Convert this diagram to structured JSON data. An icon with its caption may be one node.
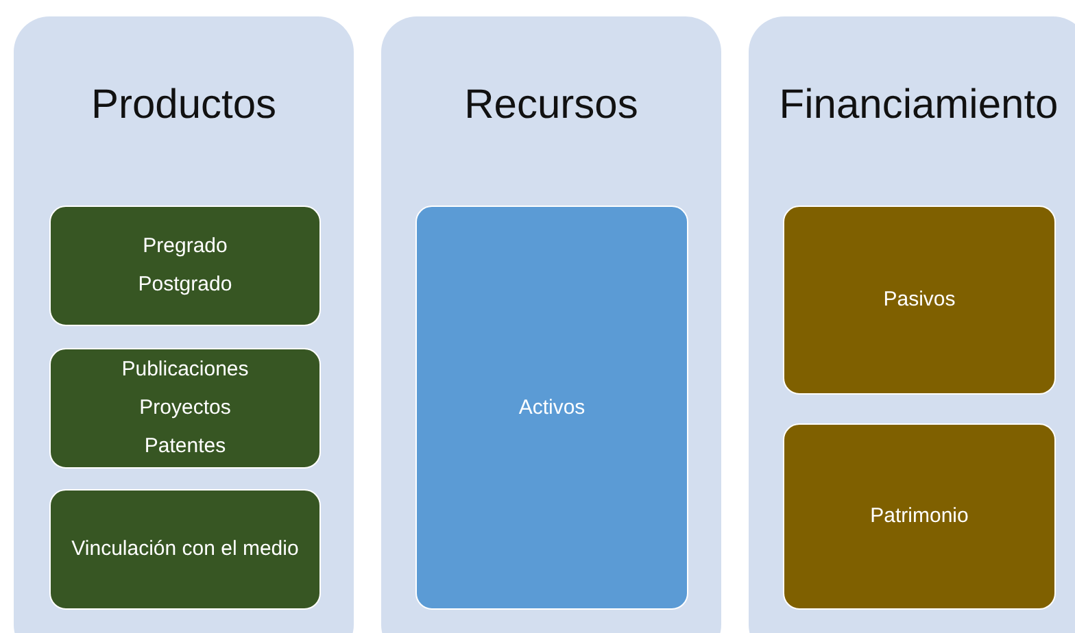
{
  "diagram": {
    "nodes": [
      {
        "text": [
          "Productos"
        ]
      },
      {
        "text": [
          "Pregrado",
          "Postgrado"
        ],
        "in": 0
      },
      {
        "text": [
          "Publicaciones",
          "Proyectos",
          "Patentes"
        ],
        "in": 0
      },
      {
        "text": [
          "Vinculación con el medio"
        ],
        "in": 0
      },
      {
        "text": [
          "Recursos"
        ]
      },
      {
        "text": [
          "Activos"
        ],
        "in": 4
      },
      {
        "text": [
          "Financiamiento"
        ]
      },
      {
        "text": [
          "Pasivos"
        ],
        "in": 6
      },
      {
        "text": [
          "Patrimonio"
        ],
        "in": 6
      }
    ]
  }
}
